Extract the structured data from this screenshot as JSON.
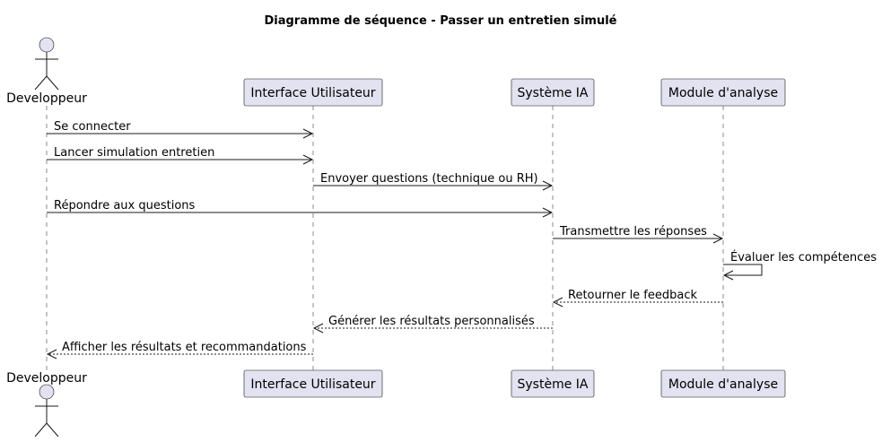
{
  "title": "Diagramme de séquence - Passer un entretien simulé",
  "participants": [
    {
      "name": "Developpeur",
      "kind": "actor"
    },
    {
      "name": "Interface Utilisateur",
      "kind": "participant"
    },
    {
      "name": "Système IA",
      "kind": "participant"
    },
    {
      "name": "Module d'analyse",
      "kind": "participant"
    }
  ],
  "messages": [
    {
      "from": 0,
      "to": 1,
      "label": "Se connecter",
      "style": "solid"
    },
    {
      "from": 0,
      "to": 1,
      "label": "Lancer simulation entretien",
      "style": "solid"
    },
    {
      "from": 1,
      "to": 2,
      "label": "Envoyer questions (technique ou RH)",
      "style": "solid"
    },
    {
      "from": 0,
      "to": 2,
      "label": "Répondre aux questions",
      "style": "solid"
    },
    {
      "from": 2,
      "to": 3,
      "label": "Transmettre les réponses",
      "style": "solid"
    },
    {
      "from": 3,
      "to": 3,
      "label": "Évaluer les compétences",
      "style": "solid"
    },
    {
      "from": 3,
      "to": 2,
      "label": "Retourner le feedback",
      "style": "dashed"
    },
    {
      "from": 2,
      "to": 1,
      "label": "Générer les résultats personnalisés",
      "style": "dashed"
    },
    {
      "from": 1,
      "to": 0,
      "label": "Afficher les résultats et recommandations",
      "style": "dashed"
    }
  ],
  "colors": {
    "participant_fill": "#E2E2F0",
    "line": "#181818",
    "text": "#000000"
  }
}
